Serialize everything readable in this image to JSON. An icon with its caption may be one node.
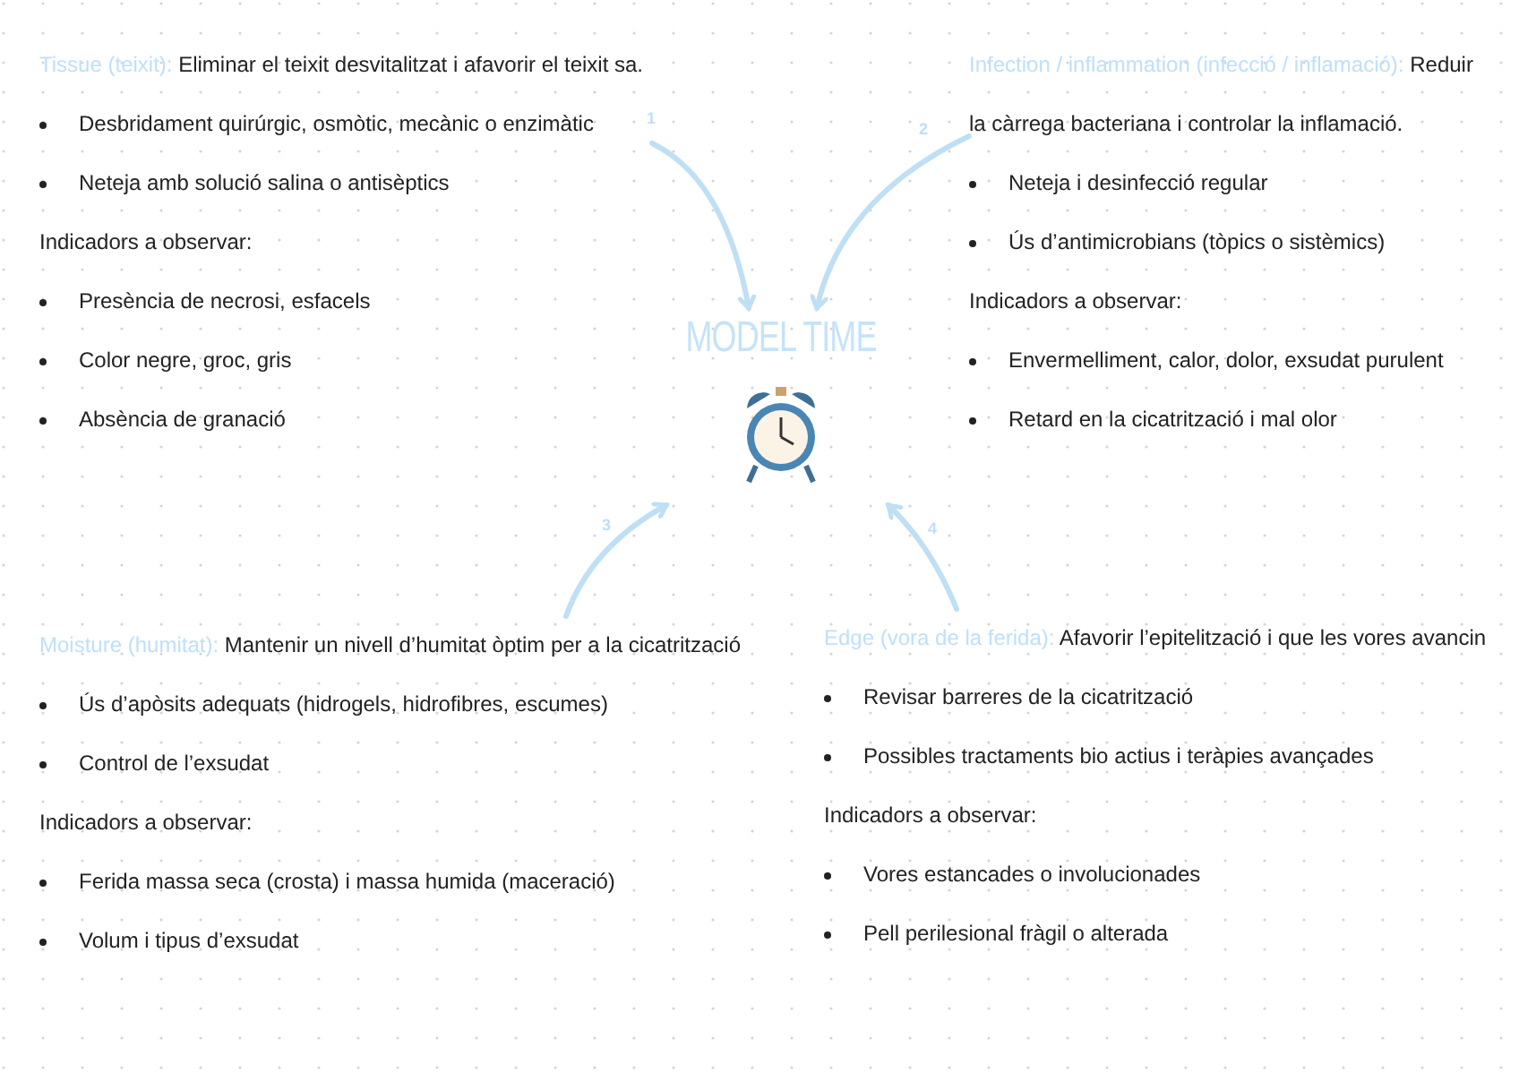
{
  "diagram": {
    "nodes": [
      {
        "text": [
          "MODEL TIME"
        ]
      },
      {
        "text": [],
        "shape": "picture",
        "in": 0
      },
      {
        "text": [
          "Tissue (teixit):",
          "Eliminar el teixit desvitalitzat i afavorir el teixit sa.",
          "Desbridament quirúrgic, osmòtic, mecànic o enzimàtic",
          "Neteja amb solució salina o antisèptics",
          "Indicadors a observar:",
          "Presència de necrosi, esfacels",
          "Color negre, groc, gris",
          "Absència de granació"
        ]
      },
      {
        "text": [
          "Infection / inflammation (infecció / inflamació):",
          "Reduir la càrrega bacteriana i controlar la inflamació.",
          "Neteja i desinfecció regular",
          "Ús d’antimicrobians (tòpics o sistèmics)",
          "Indicadors a observar:",
          "Envermelliment, calor, dolor, exsudat purulent",
          "Retard en la cicatrització i mal olor"
        ]
      },
      {
        "text": [
          "Moisture (humitat):",
          "Mantenir un nivell d’humitat òptim per a la cicatrització",
          "Ús d’apòsits adequats (hidrogels, hidrofibres, escumes)",
          "Control de l’exsudat",
          "Indicadors a observar:",
          "Ferida massa seca (crosta) i massa humida (maceració)",
          "Volum i tipus d’exsudat"
        ]
      },
      {
        "text": [
          "Edge (vora de la ferida):",
          "Afavorir l’epitelització i que les vores avancin",
          "Revisar barreres de la cicatrització",
          "Possibles tractaments bio actius i teràpies avançades",
          "Indicadors a observar:",
          "Vores estancades o involucionades",
          "Pell perilesional fràgil o alterada"
        ]
      }
    ],
    "edges": [
      {
        "from": 2,
        "to": 0,
        "arrow": "to",
        "label": "1",
        "color": "#bfdff5"
      },
      {
        "from": 3,
        "to": 0,
        "arrow": "to",
        "label": "2",
        "color": "#bfdff5"
      },
      {
        "from": 4,
        "to": 0,
        "arrow": "to",
        "label": "3",
        "color": "#bfdff5"
      },
      {
        "from": 5,
        "to": 0,
        "arrow": "to",
        "label": "4",
        "color": "#bfdff5"
      }
    ]
  }
}
